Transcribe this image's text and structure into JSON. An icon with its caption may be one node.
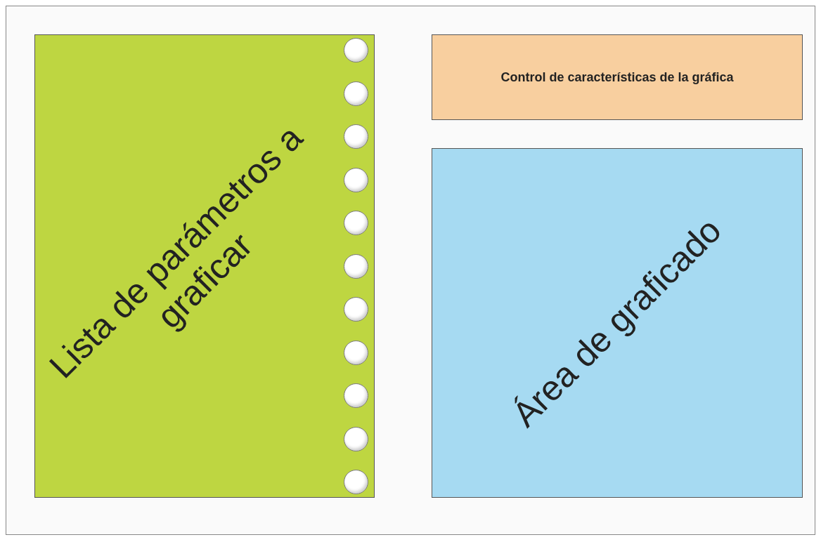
{
  "diagram": {
    "nodes": [
      {
        "text": [
          "Lista de parámetros a graficar"
        ]
      },
      {
        "text": [],
        "shape": "circle",
        "in": 0
      },
      {
        "text": [],
        "shape": "circle",
        "in": 0
      },
      {
        "text": [],
        "shape": "circle",
        "in": 0
      },
      {
        "text": [],
        "shape": "circle",
        "in": 0
      },
      {
        "text": [],
        "shape": "circle",
        "in": 0
      },
      {
        "text": [],
        "shape": "circle",
        "in": 0
      },
      {
        "text": [],
        "shape": "circle",
        "in": 0
      },
      {
        "text": [],
        "shape": "circle",
        "in": 0
      },
      {
        "text": [],
        "shape": "circle",
        "in": 0
      },
      {
        "text": [],
        "shape": "circle",
        "in": 0
      },
      {
        "text": [],
        "shape": "circle",
        "in": 0
      },
      {
        "text": [
          "Control de características de la gráfica"
        ]
      },
      {
        "text": [
          "Área de graficado"
        ]
      }
    ]
  }
}
